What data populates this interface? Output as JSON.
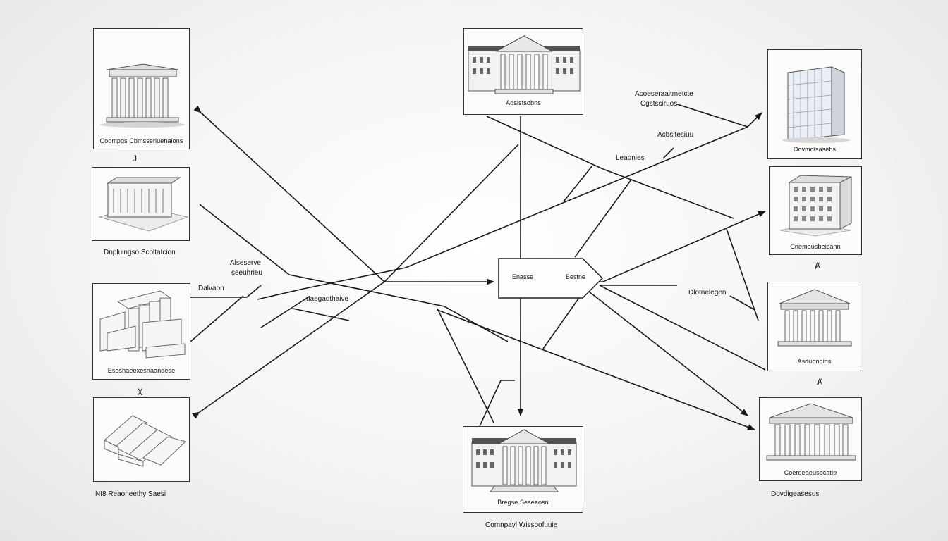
{
  "cards": {
    "tl1": {
      "caption": "Coompgs Cbmsseriuenaions"
    },
    "tl2": {
      "caption": ""
    },
    "tl3": {
      "caption": "Eseshaeexesnaandese"
    },
    "tl4": {
      "caption": ""
    },
    "tc1": {
      "caption": "Adsistsobns"
    },
    "bc1": {
      "caption": "Bregse Seseaosn"
    },
    "tr1": {
      "caption": "Dovmdlsasebs"
    },
    "tr2": {
      "caption": "Cnemeusbeicahn"
    },
    "tr3": {
      "caption": "Asduondins"
    },
    "tr4": {
      "caption": "Coerdeaeusocatio"
    }
  },
  "labels": {
    "left2_below": "Dnpluingso Scoltatcion",
    "left4_below": "NI8 Reaoneethy Saesi",
    "bottom_center": "Comnpayl Wissoofuuie",
    "right4_below": "Dovdigeasesus",
    "mid_left_a": "Alseserve",
    "mid_left_b": "seeuhrieu",
    "mid_left_c": "Dalvaon",
    "mid_left_d": "uaegaothaive",
    "top_right_a": "Acoeseraaitmetcte",
    "top_right_b": "Cgstssiruos",
    "top_right_c": "Acbsitesiuu",
    "top_right_d": "Leaonies",
    "right_mid": "Dlotnelegen"
  },
  "hub": {
    "left_text": "Enasse",
    "right_text": "Bestne"
  },
  "colors": {
    "line": "#1a1a1a",
    "card_border": "#333333",
    "card_bg": "#fbfbfb"
  }
}
